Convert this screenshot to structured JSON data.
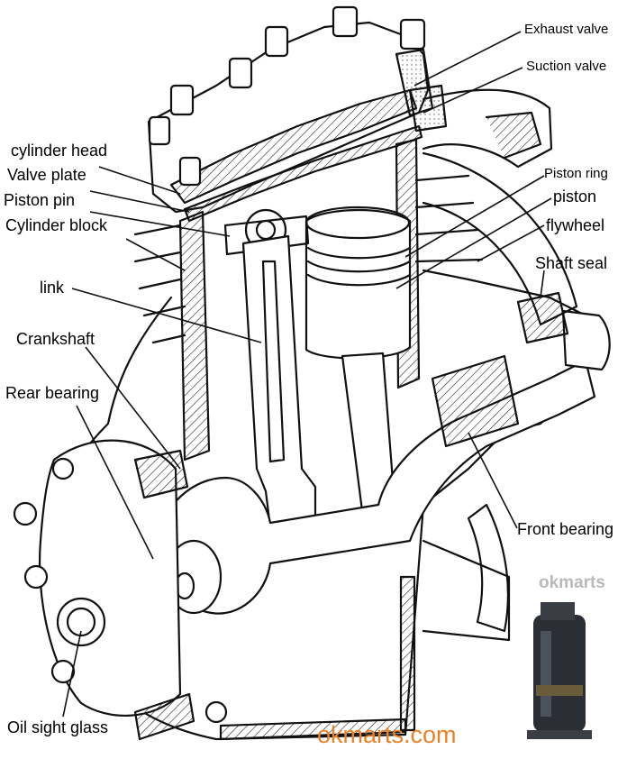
{
  "labels": {
    "exhaust_valve": "Exhaust valve",
    "suction_valve": "Suction valve",
    "piston_ring": "Piston ring",
    "piston": "piston",
    "flywheel": "flywheel",
    "shaft_seal": "Shaft seal",
    "front_bearing": "Front bearing",
    "cylinder_head": "cylinder head",
    "valve_plate": "Valve plate",
    "piston_pin": "Piston pin",
    "cylinder_block": "Cylinder block",
    "link": "link",
    "crankshaft": "Crankshaft",
    "rear_bearing": "Rear bearing",
    "oil_sight_glass": "Oil sight glass"
  },
  "watermark": {
    "site": "okmarts.com",
    "logo_text": "okmarts",
    "color": "#e8822a"
  }
}
